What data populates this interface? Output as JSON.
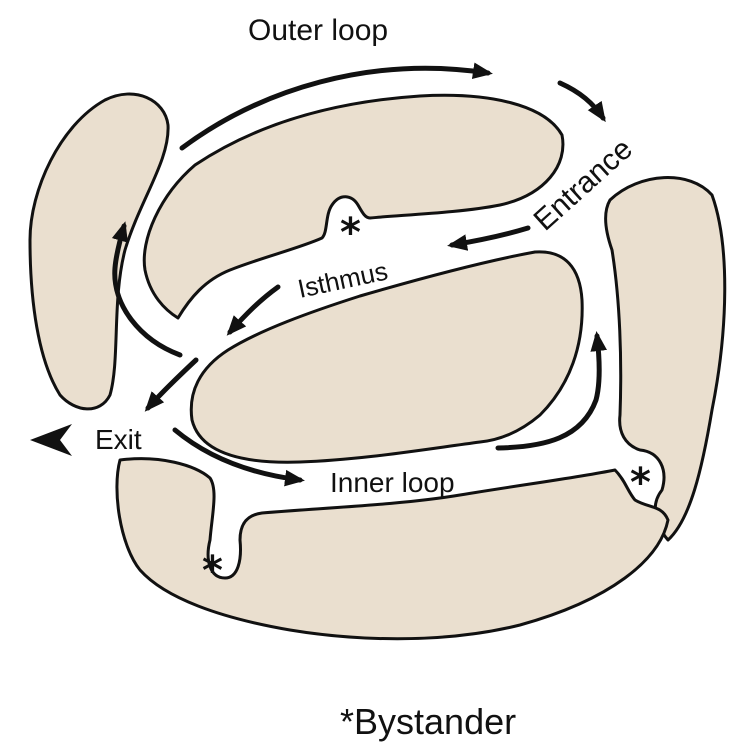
{
  "labels": {
    "outer_loop": "Outer loop",
    "entrance": "Entrance",
    "isthmus": "Isthmus",
    "exit": "Exit",
    "inner_loop": "Inner loop"
  },
  "bystander_marker": "*",
  "legend": "*Bystander",
  "colors": {
    "tissue": "#eadfcf",
    "outline": "#111111",
    "background": "#ffffff"
  }
}
